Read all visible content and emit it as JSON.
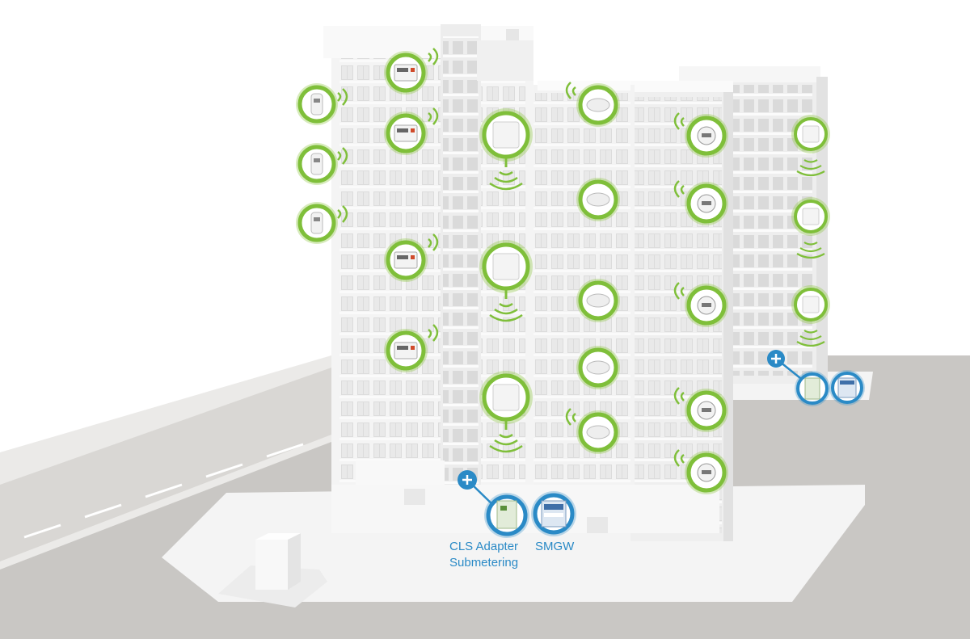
{
  "labels": {
    "cls_line1": "CLS Adapter",
    "cls_line2": "Submetering",
    "smgw": "SMGW"
  },
  "colors": {
    "sensor_green": "#7fbf3a",
    "gateway_blue": "#2a8ac6",
    "ground": "#c9c7c4",
    "road": "#d8d6d3",
    "building": "#f2f2f2"
  },
  "sensors": {
    "hcas": "heat-cost-allocator",
    "meters": "electricity-meter",
    "rooms": "room-sensor",
    "smoke": "smoke-detector",
    "water": "water-meter"
  },
  "gateways": [
    "cls-adapter",
    "smgw",
    "plus-connector"
  ]
}
